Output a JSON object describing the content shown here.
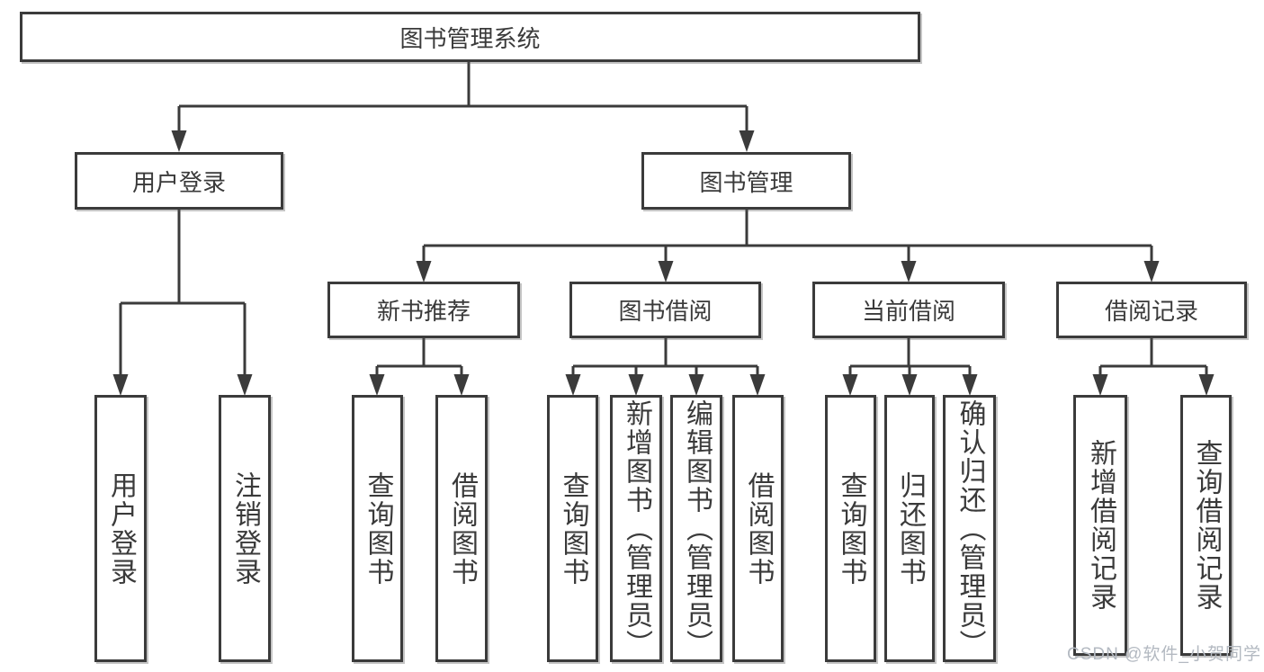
{
  "title": "图书管理系统",
  "watermark": "CSDN @软件_小贺同学",
  "colors": {
    "line": "#3b3b3b",
    "box_border": "#3b3b3b",
    "box_background": "#ffffff",
    "text": "#3a3a3a",
    "watermark_text": "#b3b9c1",
    "background": "#ffffff"
  },
  "tree": {
    "root": "图书管理系统",
    "branches": [
      {
        "label": "用户登录",
        "leaves": [
          "用户登录",
          "注销登录"
        ]
      },
      {
        "label": "图书管理",
        "sections": [
          {
            "label": "新书推荐",
            "leaves": [
              "查询图书",
              "借阅图书"
            ]
          },
          {
            "label": "图书借阅",
            "leaves": [
              "查询图书",
              "新增图书（管理员）",
              "编辑图书（管理员）",
              "借阅图书"
            ]
          },
          {
            "label": "当前借阅",
            "leaves": [
              "查询图书",
              "归还图书",
              "确认归还（管理员）"
            ]
          },
          {
            "label": "借阅记录",
            "leaves": [
              "新增借阅记录",
              "查询借阅记录"
            ]
          }
        ]
      }
    ]
  }
}
